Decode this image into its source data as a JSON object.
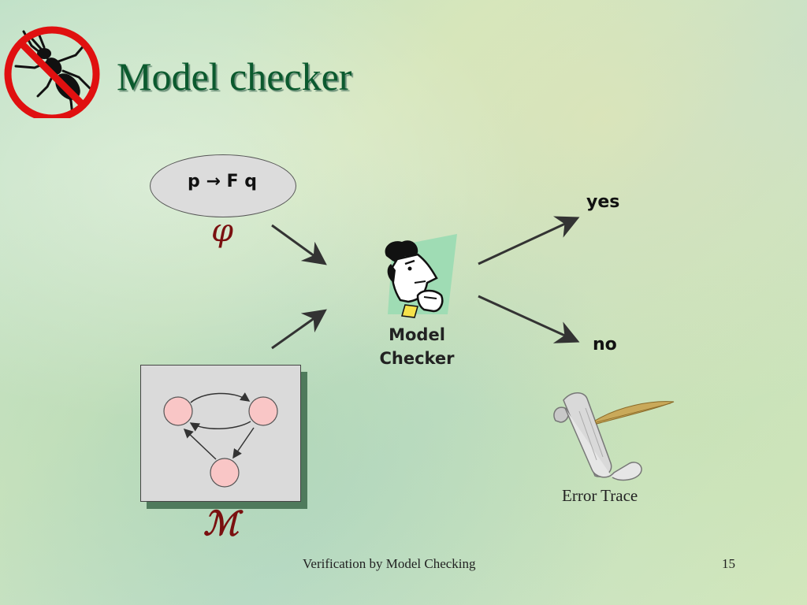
{
  "slide": {
    "title": "Model checker",
    "formula": "p → F q",
    "phi_symbol": "φ",
    "model_symbol": "ℳ",
    "checker_label_line1": "Model",
    "checker_label_line2": "Checker",
    "yes_label": "yes",
    "no_label": "no",
    "error_trace_label": "Error Trace",
    "footer_text": "Verification by Model Checking",
    "page_number": "15"
  },
  "icons": {
    "logo": "no-bugs-icon",
    "checker": "thinking-man-icon",
    "trace": "scroll-with-quill-icon"
  },
  "colors": {
    "title": "#0b5a2e",
    "symbol": "#7a1010",
    "state_fill": "#f9c6c6",
    "prohibition_red": "#e01010"
  }
}
